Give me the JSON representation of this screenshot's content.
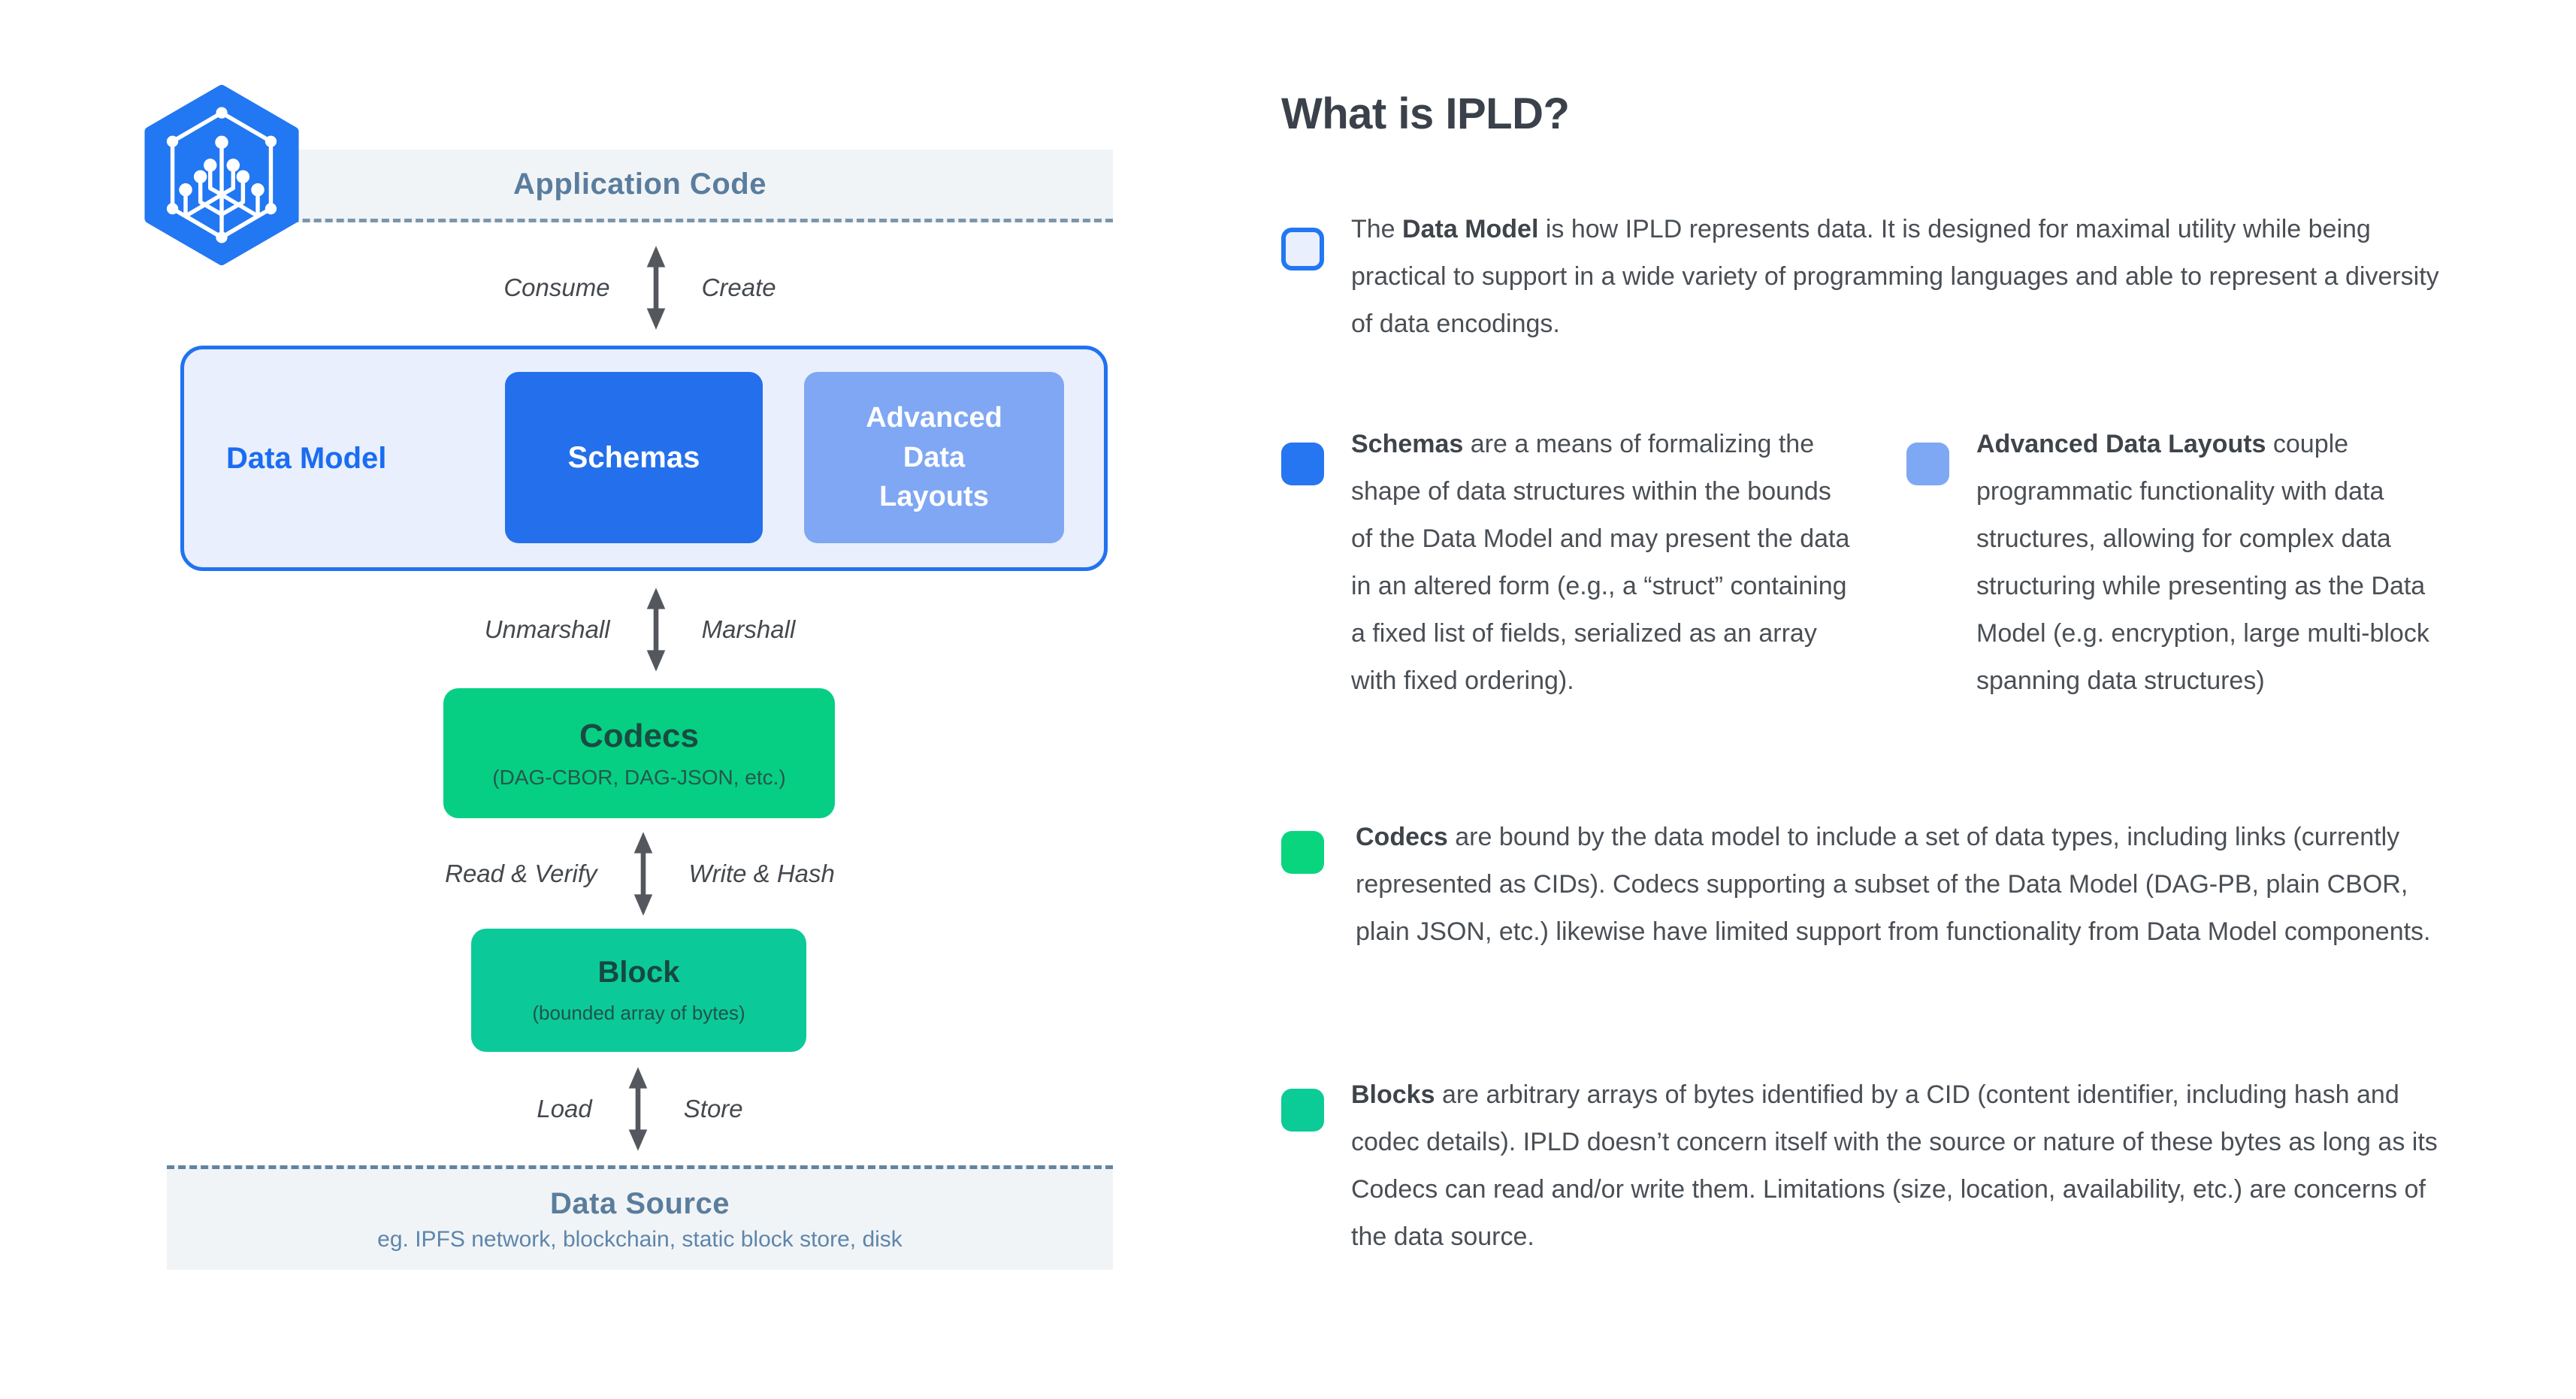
{
  "page": {
    "title": "What is IPLD?"
  },
  "colors": {
    "brand_blue": "#2277f2",
    "schemas_blue": "#2470ec",
    "light_blue": "#7fa7f3",
    "data_model_bg": "#e9effc",
    "codecs_green": "#06cf84",
    "block_teal": "#0cc999",
    "bar_bg": "#f1f4f7",
    "bar_text": "#5a7d9d",
    "body_text": "#4a4f55",
    "arrow_gray": "#54585e"
  },
  "diagram": {
    "application_code": "Application Code",
    "flows": [
      {
        "left": "Consume",
        "right": "Create"
      },
      {
        "left": "Unmarshall",
        "right": "Marshall"
      },
      {
        "left": "Read & Verify",
        "right": "Write & Hash"
      },
      {
        "left": "Load",
        "right": "Store"
      }
    ],
    "data_model": {
      "label": "Data Model",
      "schemas": "Schemas",
      "adl": "Advanced Data Layouts"
    },
    "codecs": {
      "title": "Codecs",
      "subtitle": "(DAG-CBOR, DAG-JSON, etc.)"
    },
    "block": {
      "title": "Block",
      "subtitle": "(bounded array of bytes)"
    },
    "data_source": {
      "title": "Data Source",
      "subtitle": "eg. IPFS network, blockchain, static block store, disk"
    }
  },
  "content": {
    "heading": "What is IPLD?",
    "bullets": [
      {
        "pre": "The ",
        "bold": "Data Model",
        "rest": " is how IPLD represents data. It is designed for maximal utility while being practical to support in a wide variety of programming  languages and able to represent a diversity of data encodings."
      },
      {
        "pre": "",
        "bold": "Schemas",
        "rest": " are a means of formalizing the shape of data structures within the bounds of the Data Model and may present the data in an altered form (e.g., a “struct” containing a fixed list of fields, serialized as an array with fixed ordering)."
      },
      {
        "pre": "",
        "bold": "Advanced Data Layouts",
        "rest": " couple programmatic functionality with data structures, allowing for complex data structuring while presenting as the Data Model (e.g. encryption, large multi-block spanning data structures)"
      },
      {
        "pre": "",
        "bold": "Codecs",
        "rest": " are bound by the data model to include a set of data types, including  links (currently represented as CIDs). Codecs supporting a subset of the Data Model (DAG-PB, plain CBOR, plain JSON, etc.) likewise have limited support from functionality from Data Model components."
      },
      {
        "pre": "",
        "bold": "Blocks",
        "rest": " are arbitrary arrays of bytes identified by a CID (content identifier, including hash and codec details). IPLD doesn’t concern itself with the source or nature of these bytes as long as its Codecs can read and/or write them. Limitations (size, location, availability, etc.) are concerns of the data source."
      }
    ]
  }
}
